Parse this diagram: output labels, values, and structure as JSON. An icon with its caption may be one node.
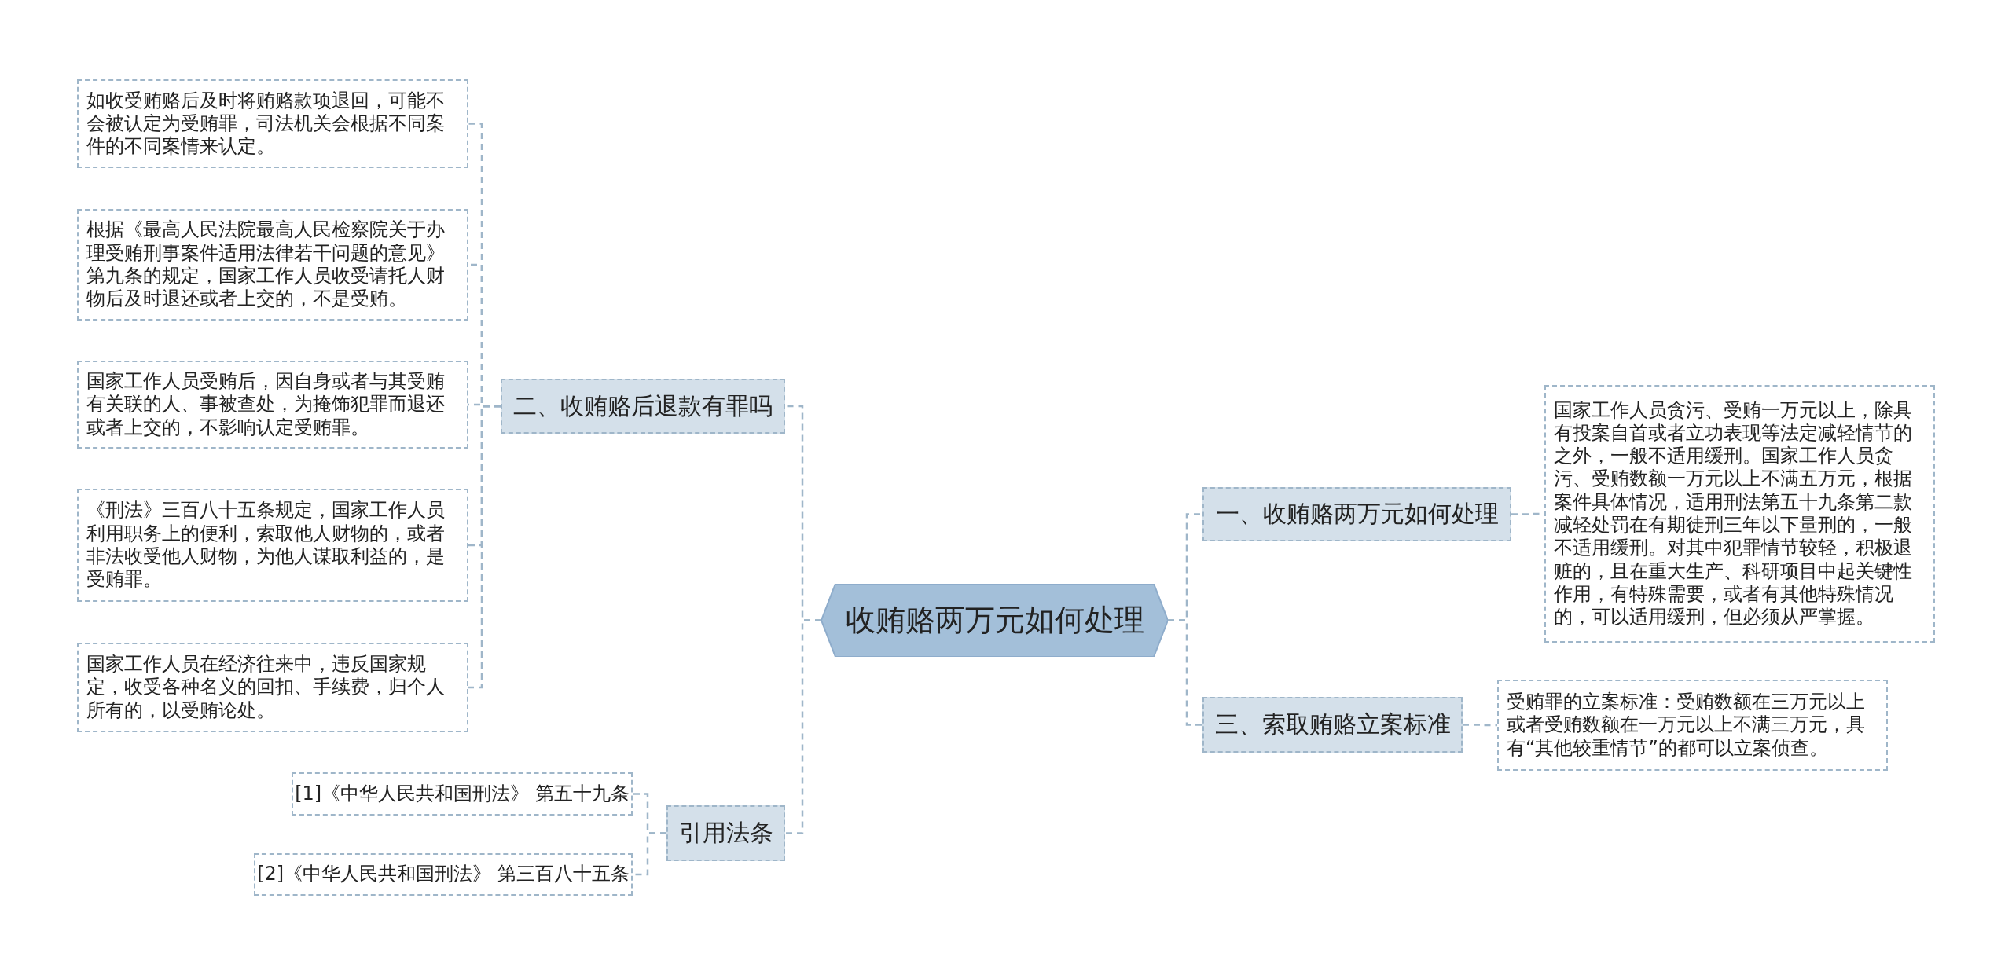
{
  "diagram": {
    "nodes": [
      {
        "text": [
          "收贿赂两万元如何处理"
        ]
      },
      {
        "text": [
          "一、收贿赂两万元如何处理"
        ]
      },
      {
        "text": [
          "国家工作人员贪污、受贿一万元以上，除具有投案自首或者立功表现等法定减轻情节的之外，一般不适用缓刑。国家工作人员贪污、受贿数额一万元以上不满五万元，根据案件具体情况，适用刑法第五十九条第二款减轻处罚在有期徒刑三年以下量刑的，一般不适用缓刑。对其中犯罪情节较轻，积极退赃的，且在重大生产、科研项目中起关键性作用，有特殊需要，或者有其他特殊情况的，可以适用缓刑，但必须从严掌握。"
        ]
      },
      {
        "text": [
          "三、索取贿赂立案标准"
        ]
      },
      {
        "text": [
          "受贿罪的立案标准：受贿数额在三万元以上或者受贿数额在一万元以上不满三万元，具有“其他较重情节”的都可以立案侦查。"
        ]
      },
      {
        "text": [
          "二、收贿赂后退款有罪吗"
        ]
      },
      {
        "text": [
          "如收受贿赂后及时将贿赂款项退回，可能不会被认定为受贿罪，司法机关会根据不同案件的不同案情来认定。"
        ]
      },
      {
        "text": [
          "根据《最高人民法院最高人民检察院关于办理受贿刑事案件适用法律若干问题的意见》第九条的规定，国家工作人员收受请托人财物后及时退还或者上交的，不是受贿。"
        ]
      },
      {
        "text": [
          "国家工作人员受贿后，因自身或者与其受贿有关联的人、事被查处，为掩饰犯罪而退还或者上交的，不影响认定受贿罪。"
        ]
      },
      {
        "text": [
          "《刑法》三百八十五条规定，国家工作人员利用职务上的便利，索取他人财物的，或者非法收受他人财物，为他人谋取利益的，是受贿罪。"
        ]
      },
      {
        "text": [
          "国家工作人员在经济往来中，违反国家规定，收受各种名义的回扣、手续费，归个人所有的，以受贿论处。"
        ]
      },
      {
        "text": [
          "引用法条"
        ]
      },
      {
        "text": [
          "[1]《中华人民共和国刑法》 第五十九条"
        ]
      },
      {
        "text": [
          "[2]《中华人民共和国刑法》 第三百八十五条"
        ]
      }
    ],
    "edges": [
      {
        "from": 0,
        "to": 1,
        "arrow": "none"
      },
      {
        "from": 0,
        "to": 3,
        "arrow": "none"
      },
      {
        "from": 0,
        "to": 5,
        "arrow": "none"
      },
      {
        "from": 0,
        "to": 11,
        "arrow": "none"
      },
      {
        "from": 1,
        "to": 2,
        "arrow": "none"
      },
      {
        "from": 3,
        "to": 4,
        "arrow": "none"
      },
      {
        "from": 5,
        "to": 6,
        "arrow": "none"
      },
      {
        "from": 5,
        "to": 7,
        "arrow": "none"
      },
      {
        "from": 5,
        "to": 8,
        "arrow": "none"
      },
      {
        "from": 5,
        "to": 9,
        "arrow": "none"
      },
      {
        "from": 5,
        "to": 10,
        "arrow": "none"
      },
      {
        "from": 11,
        "to": 12,
        "arrow": "none"
      },
      {
        "from": 11,
        "to": 13,
        "arrow": "none"
      }
    ]
  }
}
